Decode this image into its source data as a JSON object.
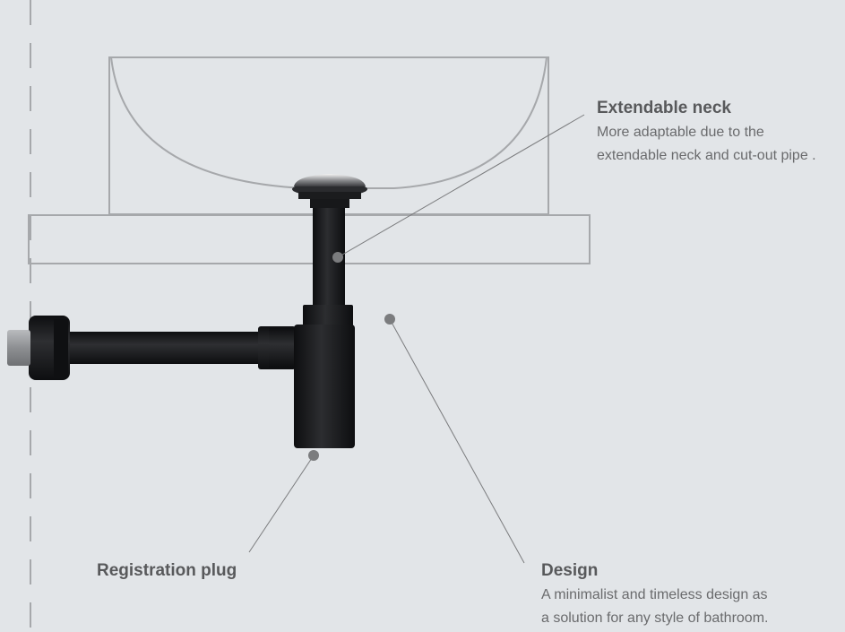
{
  "callouts": {
    "neck": {
      "title": "Extendable neck",
      "lines": [
        "More adaptable due to the",
        "extendable neck and cut-out pipe ."
      ]
    },
    "plug": {
      "title": "Registration plug"
    },
    "design": {
      "title": "Design",
      "lines": [
        "A minimalist and timeless design as",
        "a solution for any style of bathroom."
      ]
    }
  },
  "colors": {
    "background": "#e2e5e8",
    "outline": "#a6a8ab",
    "pipe": "#1b1c1e",
    "marker": "#7b7c7e",
    "text": "#58595b"
  }
}
